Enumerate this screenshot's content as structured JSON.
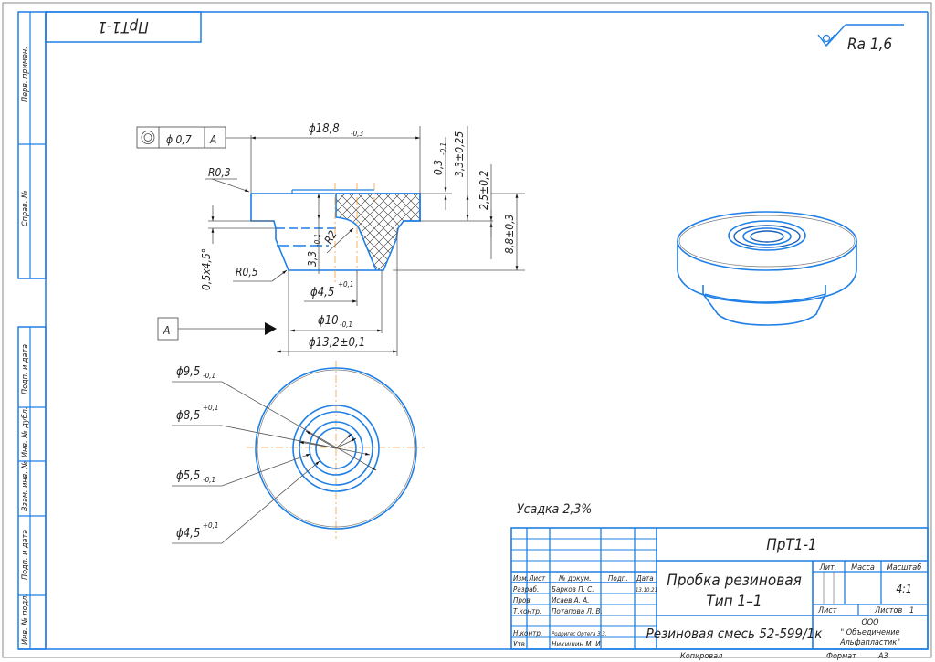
{
  "sheet": {
    "rotated_code": "ПрТ1-1",
    "roughness": "Ra 1,6",
    "shrinkage_note": "Усадка 2,3%"
  },
  "side_stamp": {
    "items": [
      "Перв. примен.",
      "Справ. №",
      "Подп. и дата",
      "Инв. № дубл.",
      "Взам. инв. №",
      "Подп. и дата",
      "Инв. № подл."
    ]
  },
  "section_view": {
    "tolerance_frame": {
      "symbol": "concentricity",
      "value": "ϕ 0,7",
      "datum": "A"
    },
    "datum_label": "A",
    "dims": {
      "d_top": "ϕ18,8",
      "d_top_tol": "-0,3",
      "r_top": "R0,3",
      "chamfer": "0,5x4,5°",
      "r_bottom": "R0,5",
      "h_inner": "3,3",
      "h_inner_tol": "-0,1",
      "r2": "R2",
      "d_hole": "ϕ4,5",
      "d_hole_tol": "+0,1",
      "d_10": "ϕ10",
      "d_10_tol": "-0,1",
      "d_13": "ϕ13,2±0,1",
      "h_03": "0,3",
      "h_03_tol": "-0,1",
      "h_33": "3,3±0,25",
      "h_25": "2,5±0,2",
      "h_88": "8,8±0,3"
    }
  },
  "top_view": {
    "dims": [
      {
        "base": "ϕ9,5",
        "tol": "-0,1"
      },
      {
        "base": "ϕ8,5",
        "tol": "+0,1"
      },
      {
        "base": "ϕ5,5",
        "tol": "-0,1"
      },
      {
        "base": "ϕ4,5",
        "tol": "+0,1"
      }
    ]
  },
  "title_block": {
    "designation": "ПрТ1-1",
    "name_line1": "Пробка резиновая",
    "name_line2": "Тип 1–1",
    "material": "Резиновая смесь 52-599/1к",
    "headers": {
      "izm": "Изм.",
      "list": "Лист",
      "doc": "№ докум.",
      "sign": "Подп.",
      "date": "Дата"
    },
    "roles": [
      {
        "role": "Разраб.",
        "name": "Барков П. С.",
        "date": "13.10.21"
      },
      {
        "role": "Пров.",
        "name": "Исаев А. А.",
        "date": ""
      },
      {
        "role": "Т.контр.",
        "name": "Потапова Л. В.",
        "date": ""
      },
      {
        "role": "",
        "name": "",
        "date": ""
      },
      {
        "role": "Н.контр.",
        "name": "Родригес Ортега З.З.",
        "date": ""
      },
      {
        "role": "Утв.",
        "name": "Никишин М. И.",
        "date": ""
      }
    ],
    "lit_label": "Лит.",
    "mass_label": "Масса",
    "scale_label": "Масштаб",
    "scale": "4:1",
    "sheet_label": "Лист",
    "sheets_label": "Листов",
    "sheets": "1",
    "org_line1": "ООО",
    "org_line2": "\" Объединение",
    "org_line3": "Альфапластик\"",
    "copied_label": "Копировал",
    "format_label": "Формат",
    "format": "А3"
  },
  "colors": {
    "frame": "#1e7fe6",
    "center_line": "#f0a040",
    "text": "#222222"
  }
}
